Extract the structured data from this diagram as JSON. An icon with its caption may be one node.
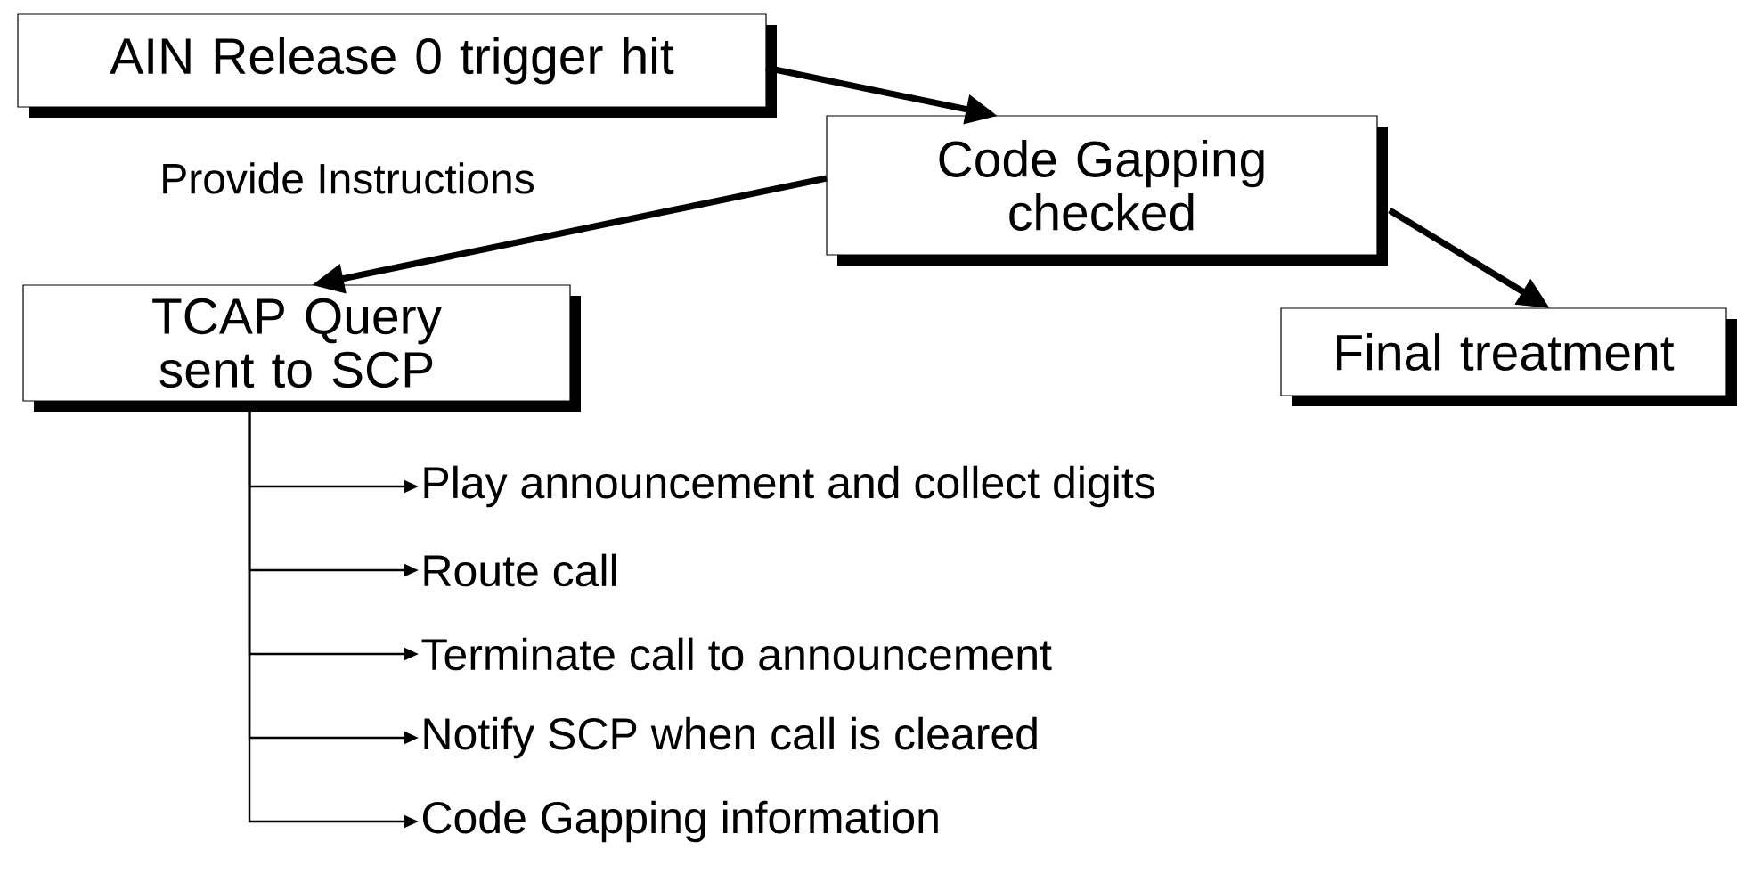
{
  "diagram": {
    "nodes": [
      {
        "text": [
          "AIN Release 0 trigger hit"
        ]
      },
      {
        "text": [
          "Code Gapping checked"
        ]
      },
      {
        "text": [
          "TCAP Query sent to SCP"
        ]
      },
      {
        "text": [
          "Final treatment"
        ]
      },
      {
        "text": [
          "Play announcement and collect digits"
        ]
      },
      {
        "text": [
          "Route call"
        ]
      },
      {
        "text": [
          "Terminate call to announcement"
        ]
      },
      {
        "text": [
          "Notify SCP when call is cleared"
        ]
      },
      {
        "text": [
          "Code Gapping information"
        ]
      }
    ],
    "edges": [
      {
        "from": 0,
        "to": 1,
        "arrow": "to",
        "style": "thick"
      },
      {
        "from": 1,
        "to": 2,
        "arrow": "to",
        "style": "thick",
        "label": "Provide Instructions"
      },
      {
        "from": 1,
        "to": 3,
        "arrow": "to",
        "style": "thick"
      },
      {
        "from": 2,
        "to": 4,
        "arrow": "to"
      },
      {
        "from": 2,
        "to": 5,
        "arrow": "to"
      },
      {
        "from": 2,
        "to": 6,
        "arrow": "to"
      },
      {
        "from": 2,
        "to": 7,
        "arrow": "to"
      },
      {
        "from": 2,
        "to": 8,
        "arrow": "to"
      }
    ]
  }
}
